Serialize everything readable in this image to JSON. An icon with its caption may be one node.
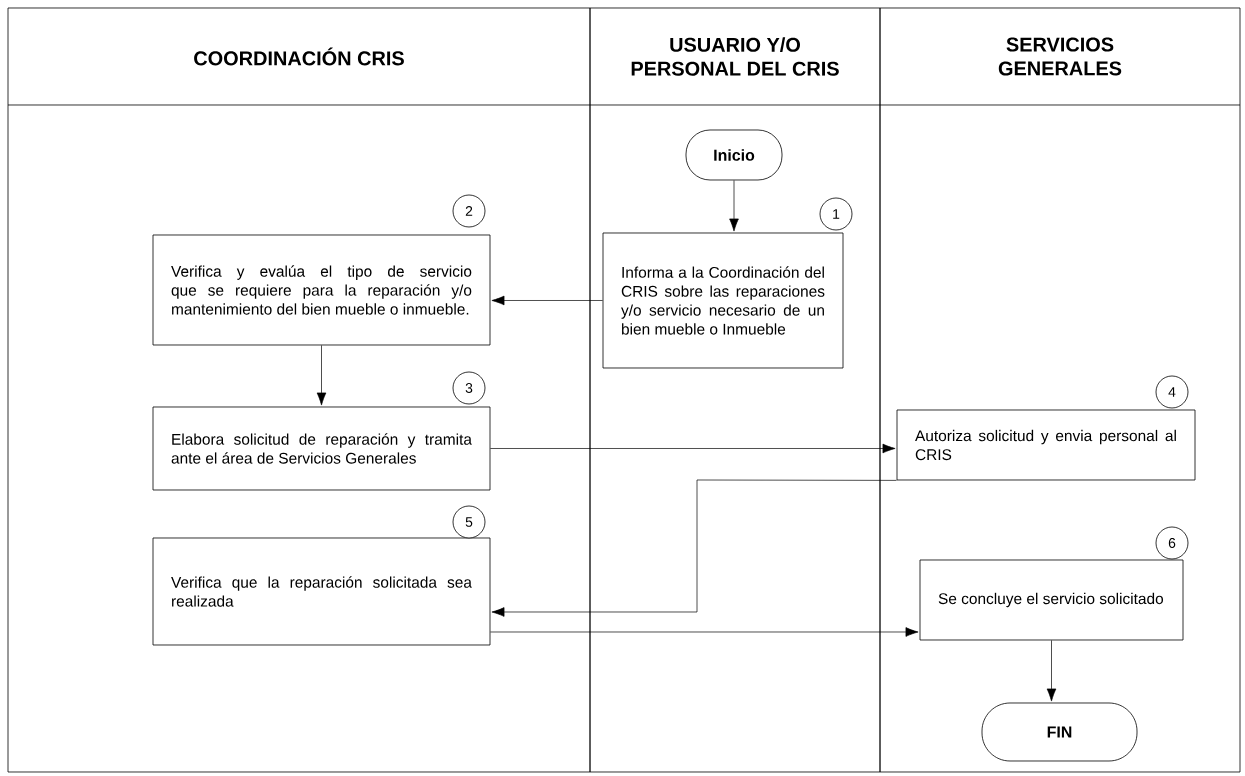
{
  "diagram": {
    "nodes": [
      {
        "text": [
          "COORDINACIÓN CRIS"
        ]
      },
      {
        "text": [
          "USUARIO Y/O PERSONAL DEL CRIS"
        ]
      },
      {
        "text": [
          "SERVICIOS GENERALES"
        ]
      },
      {
        "text": [
          "Inicio"
        ],
        "in": 1
      },
      {
        "text": [
          "Informa a la Coordinación del CRIS sobre las reparaciones y/o servicio necesario de un bien mueble o Inmueble"
        ],
        "in": 1,
        "beside": [
          "1"
        ]
      },
      {
        "text": [
          "Verifica y evalúa el tipo de servicio que se requiere para la reparación y/o mantenimiento del bien mueble o inmueble."
        ],
        "in": 0,
        "beside": [
          "2"
        ]
      },
      {
        "text": [
          "Elabora solicitud de reparación y tramita ante el área de Servicios Generales"
        ],
        "in": 0,
        "beside": [
          "3"
        ]
      },
      {
        "text": [
          "Autoriza solicitud y envia personal al CRIS"
        ],
        "in": 2,
        "beside": [
          "4"
        ]
      },
      {
        "text": [
          "Verifica que la reparación solicitada sea realizada"
        ],
        "in": 0,
        "beside": [
          "5"
        ]
      },
      {
        "text": [
          "Se concluye el servicio solicitado"
        ],
        "in": 2,
        "beside": [
          "6"
        ]
      },
      {
        "text": [
          "FIN"
        ],
        "in": 2
      }
    ],
    "edges": [
      {
        "from": 3,
        "to": 4,
        "arrow": "to"
      },
      {
        "from": 4,
        "to": 5,
        "arrow": "to"
      },
      {
        "from": 5,
        "to": 6,
        "arrow": "to"
      },
      {
        "from": 6,
        "to": 7,
        "arrow": "to"
      },
      {
        "from": 7,
        "to": 8,
        "arrow": "to"
      },
      {
        "from": 8,
        "to": 9,
        "arrow": "to"
      },
      {
        "from": 9,
        "to": 10,
        "arrow": "to"
      }
    ]
  }
}
